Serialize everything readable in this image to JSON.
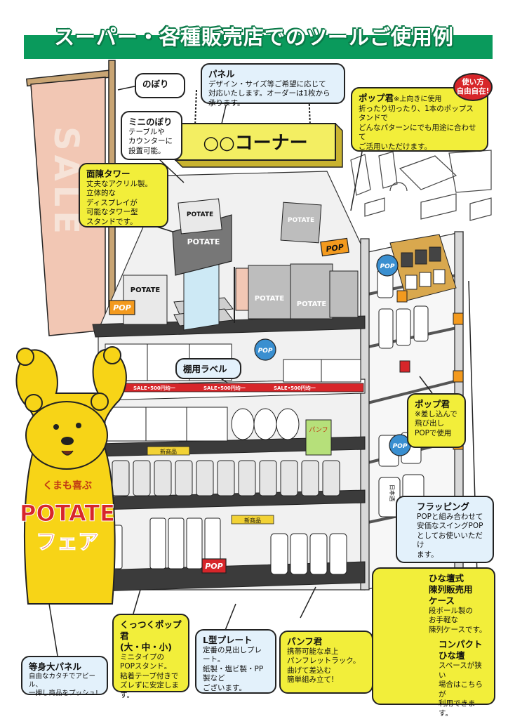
{
  "header": {
    "title": "スーパー・各種販売店でのツールご使用例",
    "color": "#0a9a5c"
  },
  "callouts": {
    "nobori": {
      "title": "のぼり"
    },
    "panel": {
      "title": "パネル",
      "body": "デザイン・サイズ等ご希望に応じて\n対応いたします。オーダーは1枚から承ります。"
    },
    "mini_nobori": {
      "title": "ミニのぼり",
      "body": "テーブルや\nカウンターに\n設置可能。"
    },
    "menchin_tower": {
      "title": "面陳タワー",
      "body": "丈夫なアクリル製。\n立体的な\nディスプレイが\n可能なタワー型\nスタンドです。"
    },
    "pop_kun_top": {
      "title": "ポップ君",
      "note": "※上向きに使用",
      "body": "折ったり切ったり、1本のポップスタンドで\nどんなパターンにでも用途に合わせて\nご活用いただけます。"
    },
    "usage_badge": {
      "line1": "使い方",
      "line2": "自由自在!"
    },
    "shelf_label": {
      "title": "棚用ラベル"
    },
    "pop_kun_side": {
      "title": "ポップ君",
      "body": "※差し込んで\n飛び出し\nPOPで使用"
    },
    "flapping": {
      "title": "フラッピング",
      "body": "POPと組み合わせて\n安価なスイングPOP\nとしてお使いいただけ\nます。"
    },
    "hinadan": {
      "title": "ひな壇式\n陳列販売用\nケース",
      "body": "段ボール製の\nお手軽な\n陳列ケースです。"
    },
    "compact_hinadan": {
      "title": "コンパクト\nひな壇",
      "body": "スペースが狭い\n場合はこちらが\n利用できます。"
    },
    "kuttsuku_pop": {
      "title": "くっつくポップ君\n(大・中・小)",
      "body": "ミニタイプの\nPOPスタンド。\n粘着テープ付きで\nズレずに安定します。"
    },
    "l_plate": {
      "title": "L型プレート",
      "body": "定番の見出しプレート。\n紙製・塩ビ製・PP製など\nございます。"
    },
    "panfu_kun": {
      "title": "パンフ君",
      "body": "携帯可能な卓上\nパンフレットラック。\n曲げて差込む\n簡単組み立て!"
    },
    "life_size_panel": {
      "title": "等身大パネル",
      "body": "自由なカタチでアピール、\n一押し商品をプッシュ!"
    }
  },
  "scene": {
    "corner_sign": "○○コーナー",
    "nobori_text": "SALE",
    "product_name": "POTATE",
    "pop_label": "POP",
    "shelf_strip_text": "SALE•500円均一",
    "new_item_label": "新商品",
    "pamphlet_label": "パンフ",
    "bear_tagline": "くまも喜ぶ",
    "bear_title": "POTATE",
    "bear_subtitle": "フェア",
    "bottle_label": "日本酒"
  },
  "colors": {
    "bubble_blue": "#e3f1fb",
    "bubble_yellow": "#f2ee3a",
    "bear_yellow": "#f7d417",
    "pop_orange": "#f39a1e",
    "pop_blue": "#3a8fd0",
    "pop_red": "#d7262a",
    "nobori_pink": "#f2c7b4",
    "badge_red": "#d7262a"
  }
}
